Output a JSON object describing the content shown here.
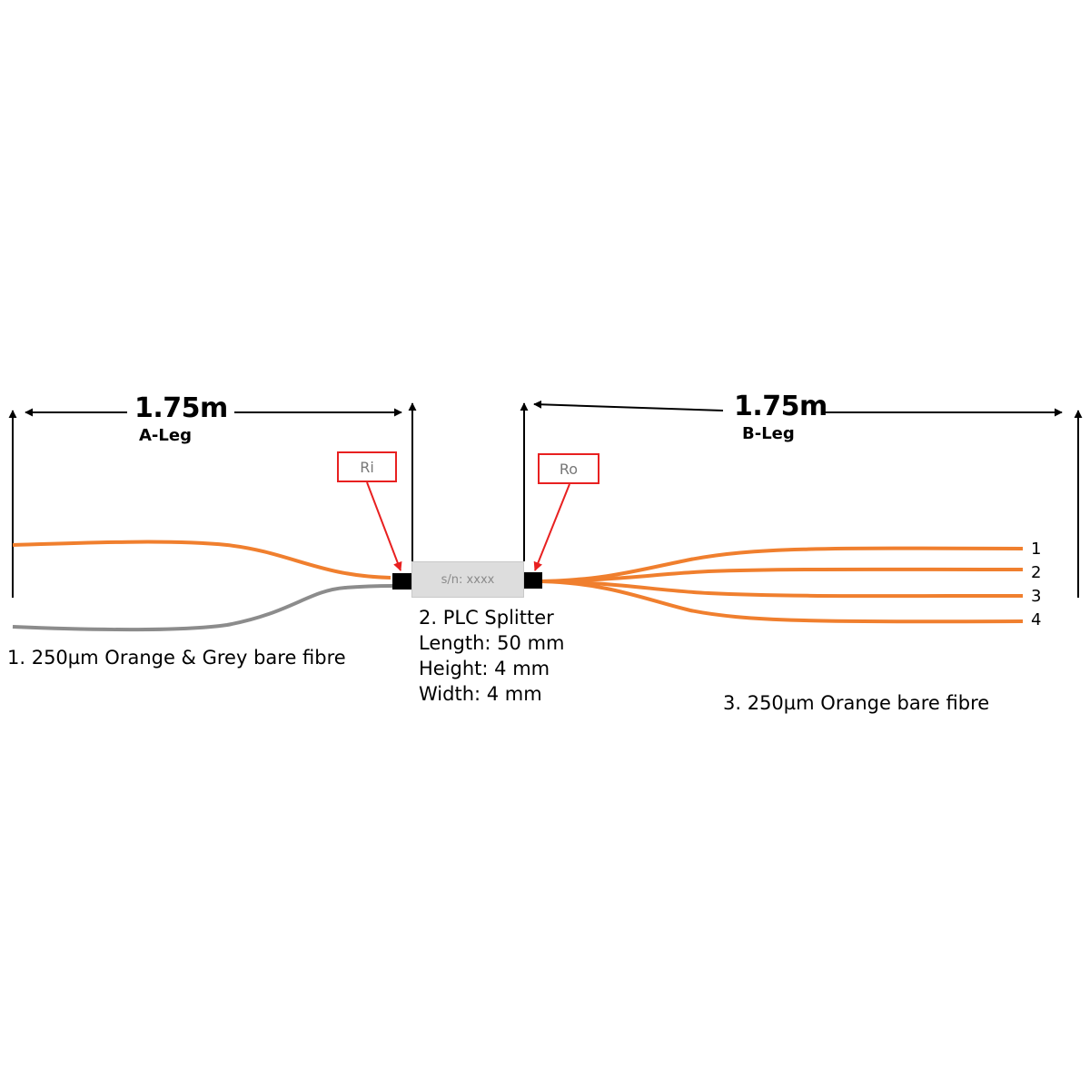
{
  "a_leg": {
    "length": "1.75m",
    "name": "A-Leg"
  },
  "b_leg": {
    "length": "1.75m",
    "name": "B-Leg"
  },
  "markers": {
    "input": "Ri",
    "output": "Ro"
  },
  "splitter": {
    "serial": "s/n: xxxx",
    "spec_lines": [
      "2. PLC Splitter",
      "Length: 50 mm",
      "Height: 4 mm",
      "Width: 4 mm"
    ]
  },
  "captions": {
    "input_fibre": "1. 250µm Orange & Grey bare fibre",
    "output_fibre": "3. 250µm Orange bare fibre"
  },
  "output_ports": [
    "1",
    "2",
    "3",
    "4"
  ],
  "colors": {
    "orange_fibre": "#f07f2e",
    "grey_fibre": "#8c8c8c",
    "marker_red": "#e82020",
    "body_grey": "#dddddd"
  }
}
